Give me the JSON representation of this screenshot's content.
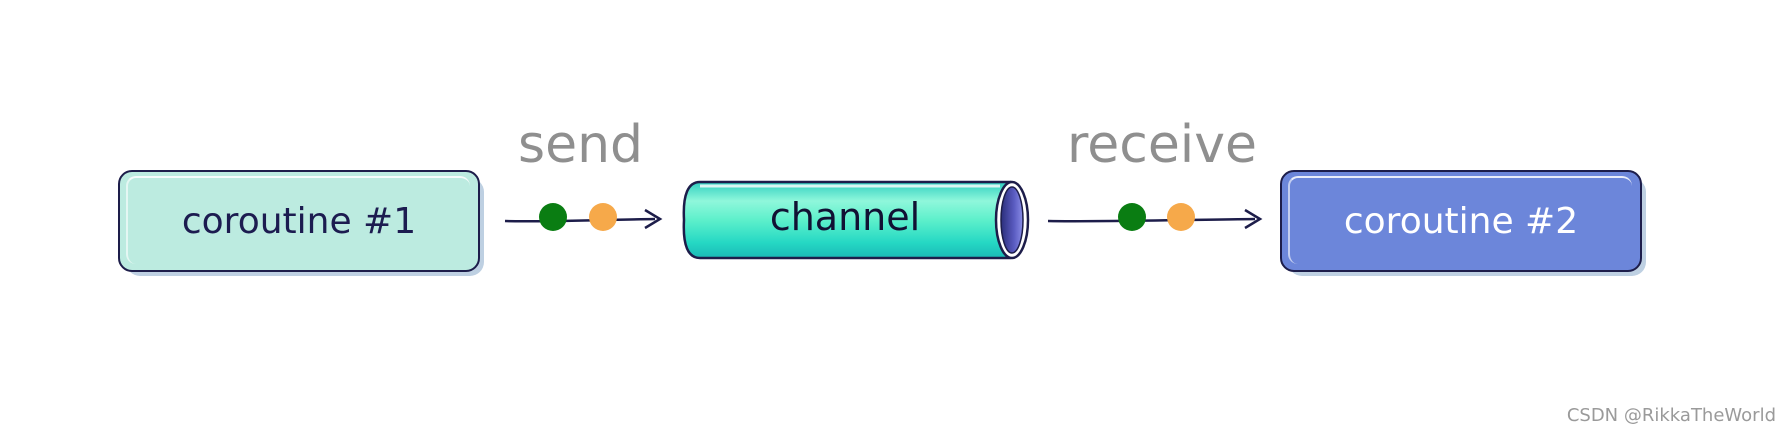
{
  "diagram": {
    "producer_label": "coroutine #1",
    "consumer_label": "coroutine #2",
    "channel_label": "channel",
    "send_label": "send",
    "receive_label": "receive"
  },
  "watermark": "CSDN @RikkaTheWorld",
  "colors": {
    "producer_fill": "#bcebe0",
    "consumer_fill": "#6c86da",
    "channel_fill": "#3fe0c4",
    "message_green": "#0a7d12",
    "message_orange": "#f6a94a",
    "outline": "#1d1d4a",
    "label_gray": "#8f8f8f"
  },
  "icons": {
    "message_dots": [
      "green-message-dot",
      "orange-message-dot"
    ],
    "arrows": [
      "send-arrow",
      "receive-arrow"
    ]
  }
}
